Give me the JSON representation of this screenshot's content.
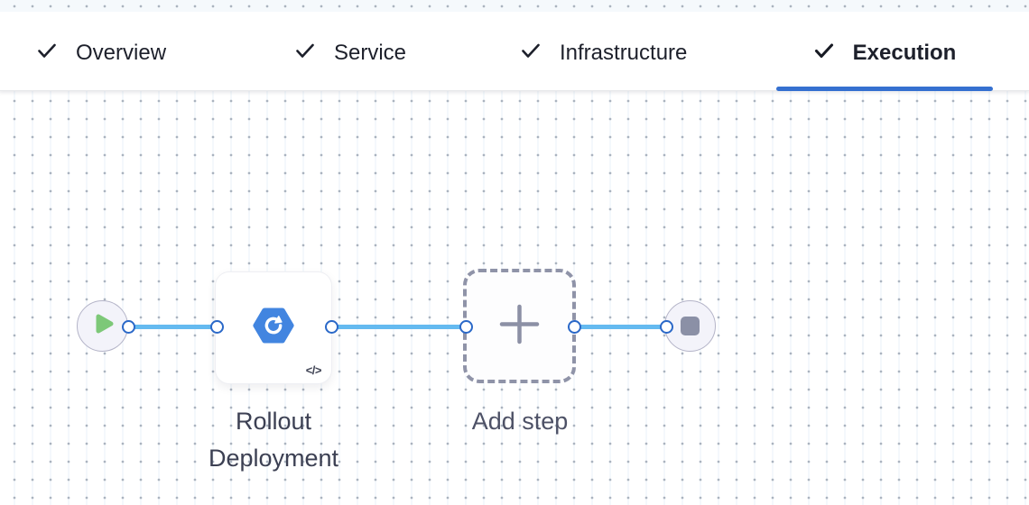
{
  "tab_bar": {
    "tabs": [
      {
        "label": "Overview",
        "checked": true,
        "active": false
      },
      {
        "label": "Service",
        "checked": true,
        "active": false
      },
      {
        "label": "Infrastructure",
        "checked": true,
        "active": false
      },
      {
        "label": "Execution",
        "checked": true,
        "active": true
      }
    ]
  },
  "pipeline": {
    "start_node": {
      "icon": "play-icon"
    },
    "steps": [
      {
        "name": "Rollout Deployment",
        "icon": "k8s-rollout-hexagon-refresh-icon",
        "code_badge": "</>"
      },
      {
        "name": "Add step",
        "icon": "plus-icon",
        "placeholder": true
      }
    ],
    "end_node": {
      "icon": "stop-square-icon"
    },
    "connector_count": 3,
    "port_count": 6
  },
  "icons": {
    "tab_check": "check",
    "start": "play-triangle",
    "rollout_step": "blue-hexagon-clockwise-arrow",
    "add_step": "plus",
    "end": "stop-square",
    "code_badge": "</>"
  },
  "colors": {
    "active_tab_underline": "#3570d0",
    "tab_text": "#1d202b",
    "connector_line": "#64baf0",
    "port_ring": "#2a68c8",
    "step_icon_blue": "#4285e0",
    "play_triangle_green": "#7dc878",
    "node_circle_fill": "#f3f3fa",
    "node_circle_border": "#b4b4c8",
    "stop_square": "#8b90a6",
    "dashed_box_border": "#8f93a8",
    "step_label_text": "#3c4053",
    "add_step_label_text": "#4d5166",
    "canvas_dot": "#aab3bf",
    "canvas_line": "#e9f2f9"
  }
}
